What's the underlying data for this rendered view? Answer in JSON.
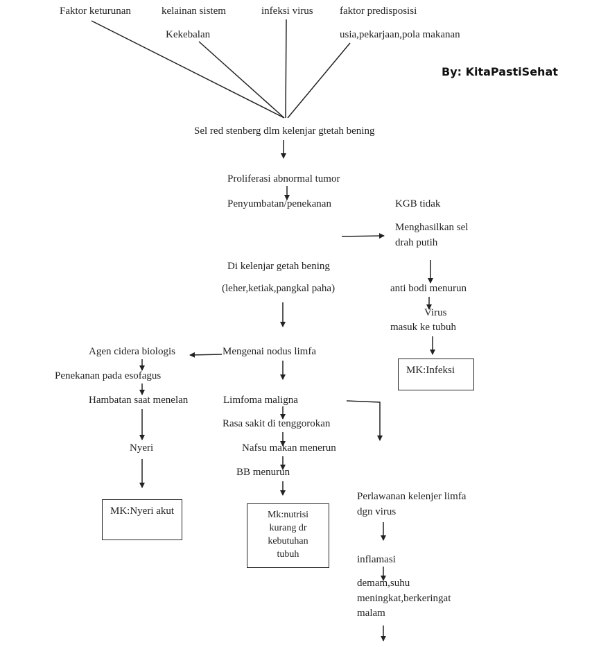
{
  "watermark": "By: KitaPastiSehat",
  "nodes": {
    "faktor_keturunan": "Faktor keturunan",
    "kelainan_sistem": "kelainan sistem",
    "kekebalan": "Kekebalan",
    "infeksi_virus": "infeksi virus",
    "faktor_predisposisi": "faktor predisposisi",
    "usia": "usia,pekarjaan,pola makanan",
    "sel_red": "Sel red stenberg dlm kelenjar gtetah bening",
    "proliferasi": "Proliferasi abnormal tumor",
    "penyumbatan": "Penyumbatan/penekanan",
    "kgb_tidak": "KGB tidak",
    "menghasilkan_1": "Menghasilkan sel",
    "menghasilkan_2": "drah putih",
    "di_kelenjar": "Di kelenjar getah bening",
    "leher": "(leher,ketiak,pangkal paha)",
    "anti_bodi": "anti bodi menurun",
    "virus": "Virus",
    "masuk": "masuk ke tubuh",
    "agen": "Agen cidera biologis",
    "mengenai": "Mengenai nodus limfa",
    "penekanan_esofagus": "Penekanan pada esofagus",
    "hambatan": "Hambatan saat menelan",
    "limfoma": "Limfoma maligna",
    "rasa_sakit": "Rasa sakit di tenggorokan",
    "nyeri": "Nyeri",
    "nafsu": "Nafsu makan menerun",
    "bb": "BB menurun",
    "perlawanan_1": "Perlawanan kelenjer limfa",
    "perlawanan_2": "dgn virus",
    "inflamasi": "inflamasi",
    "demam_1": "demam,suhu",
    "demam_2": "meningkat,berkeringat",
    "demam_3": "malam"
  },
  "boxes": {
    "infeksi": "MK:Infeksi",
    "nyeri_akut": "MK:Nyeri akut",
    "nutrisi_1": "Mk:nutrisi",
    "nutrisi_2": "kurang dr",
    "nutrisi_3": "kebutuhan",
    "nutrisi_4": "tubuh"
  }
}
